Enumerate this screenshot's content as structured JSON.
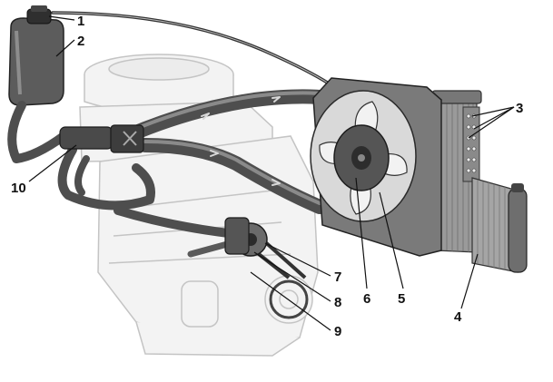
{
  "diagram": {
    "callouts": [
      {
        "id": "1",
        "label": "1"
      },
      {
        "id": "2",
        "label": "2"
      },
      {
        "id": "3",
        "label": "3"
      },
      {
        "id": "4",
        "label": "4"
      },
      {
        "id": "5",
        "label": "5"
      },
      {
        "id": "6",
        "label": "6"
      },
      {
        "id": "7",
        "label": "7"
      },
      {
        "id": "8",
        "label": "8"
      },
      {
        "id": "9",
        "label": "9"
      },
      {
        "id": "10",
        "label": "10"
      }
    ]
  },
  "colors": {
    "engine_line": "#c4c4c4",
    "hose": "#4e4e4e",
    "hose_highlight": "#8a8a8a",
    "radiator_core": "#9a9a9a",
    "shroud": "#7a7a7a",
    "tank": "#5c5c5c",
    "label": "#111111"
  }
}
